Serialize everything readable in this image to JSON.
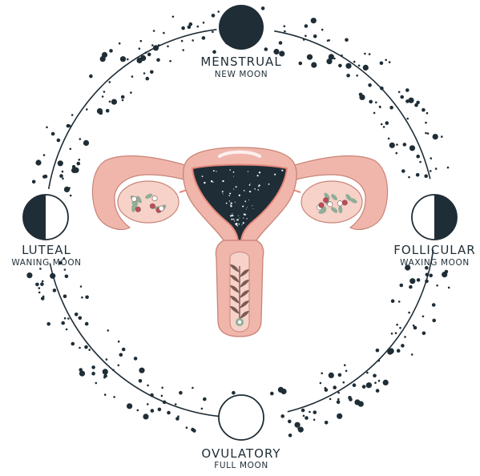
{
  "colors": {
    "ink": "#1f2d36",
    "uterus_outer": "#f0b6ab",
    "uterus_edge": "#c98478",
    "uterus_inner": "#f7d2c9",
    "cavity": "#1f2d36",
    "cavity_rim": "#e58a7c",
    "leaf": "#7a5a52",
    "flower": "#c24a5a",
    "flower_leaf": "#8fae97"
  },
  "phases": {
    "menstrual": {
      "name": "MENSTRUAL",
      "moon": "NEW MOON",
      "moon_icon": "new-moon-icon"
    },
    "follicular": {
      "name": "FOLLICULAR",
      "moon": "WAXING MOON",
      "moon_icon": "first-quarter-moon-icon"
    },
    "ovulatory": {
      "name": "OVULATORY",
      "moon": "FULL MOON",
      "moon_icon": "full-moon-icon"
    },
    "luteal": {
      "name": "LUTEAL",
      "moon": "WANING MOON",
      "moon_icon": "last-quarter-moon-icon"
    }
  },
  "illustration": {
    "icon": "uterus-icon"
  }
}
